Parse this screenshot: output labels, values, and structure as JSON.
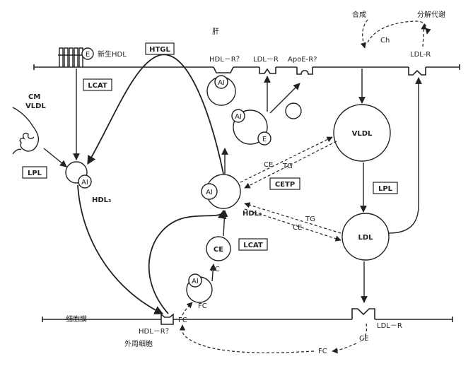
{
  "liver": {
    "title": "肝",
    "nascent_hdl": "新生HDL",
    "e_tag": "E",
    "htgl": "HTGL",
    "lcat_top": "LCAT",
    "hdl_r_q": "HDL－R？",
    "ldl_r": "LDL－R",
    "apoe_r_q": "ApoE-R?",
    "synthesis": "合成",
    "catabolism": "分解代谢",
    "ch": "Ch",
    "ldl_r_right": "LDL-R"
  },
  "left": {
    "cm": "CM",
    "vldl": "VLDL",
    "lpl": "LPL",
    "hdl3": "HDL₃",
    "ai": "AI"
  },
  "center": {
    "ai": "AI",
    "e": "E",
    "cetp": "CETP",
    "ce1": "CE",
    "tg1": "TG",
    "hdl2": "HDL₂",
    "tg2": "TG",
    "ce2": "CE",
    "ce_particle": "CE",
    "lcat": "LCAT",
    "fc1": "FC",
    "fc2": "FC",
    "ai_small": "AI"
  },
  "right": {
    "vldl": "VLDL",
    "lpl": "LPL",
    "ldl": "LDL"
  },
  "bottom": {
    "cell_membrane": "细胞膜",
    "hdl_r_q": "HDL－R？",
    "fc_membrane": "FC",
    "peripheral_cell": "外周细胞",
    "ldl_r": "LDL－R",
    "ce": "CE",
    "fc": "FC"
  }
}
